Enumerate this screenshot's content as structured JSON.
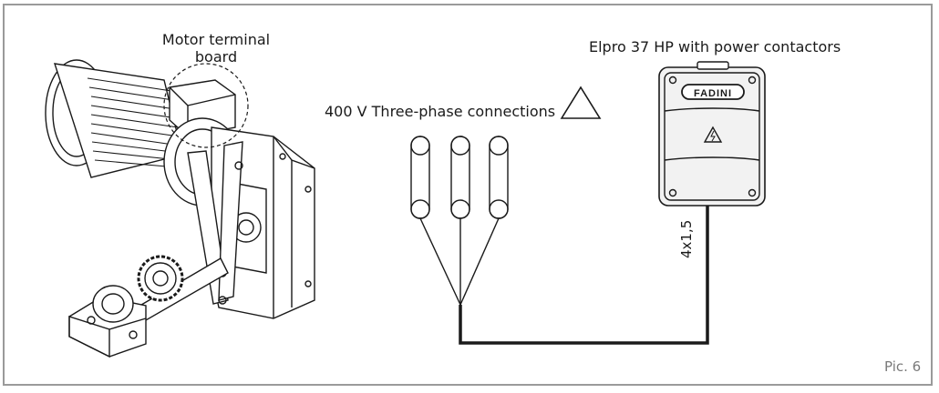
{
  "motor_label": "Motor terminal\nboard",
  "motor_label_lines": [
    "Motor terminal",
    "board"
  ],
  "connections_label": "400 V Three-phase connections",
  "controller_label": "Elpro 37 HP with power contactors",
  "brand": "FADINI",
  "cable_label": "4x1,5",
  "figure_label": "Pic. 6",
  "colors": {
    "frame": "#9a9a9a",
    "line": "#1a1a1a",
    "panel": "#f2f2f2",
    "caption": "#7a7a7a"
  }
}
